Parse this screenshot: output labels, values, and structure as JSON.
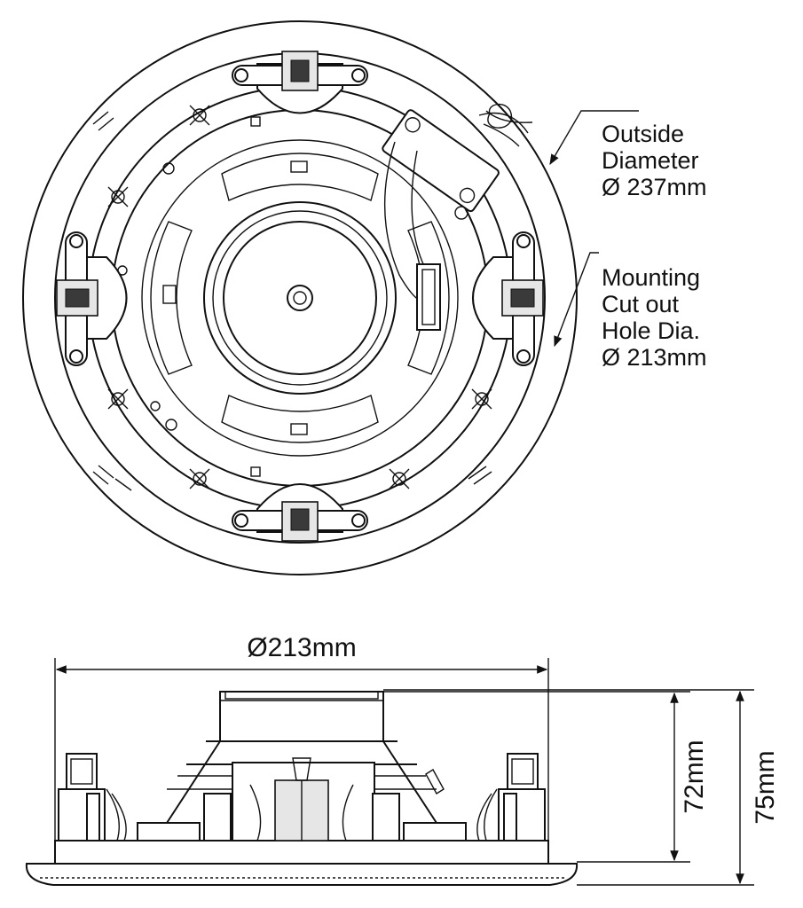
{
  "callouts": {
    "outside": [
      "Outside",
      "Diameter",
      "Ø 237mm"
    ],
    "cutout": [
      "Mounting",
      "Cut out",
      "Hole Dia.",
      "Ø 213mm"
    ]
  },
  "dimensions": {
    "width": "Ø213mm",
    "depth_inner": "72mm",
    "depth_total": "75mm"
  }
}
